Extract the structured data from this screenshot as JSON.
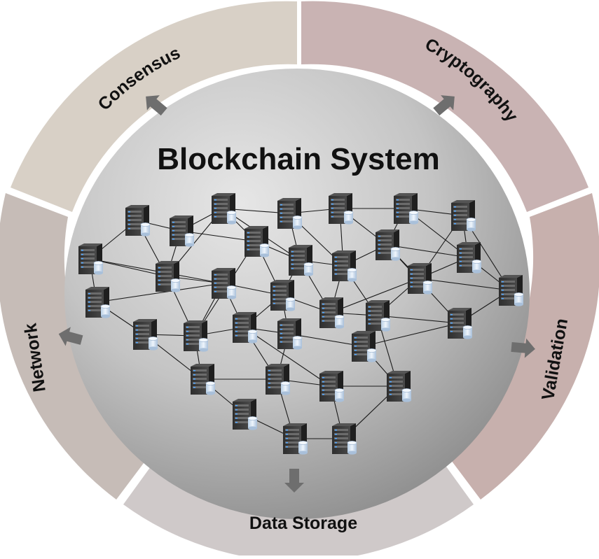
{
  "title": "Blockchain System",
  "segments": [
    {
      "id": "consensus",
      "label": "Consensus",
      "color": "#d8d0c6"
    },
    {
      "id": "cryptography",
      "label": "Cryptography",
      "color": "#c9b3b3"
    },
    {
      "id": "validation",
      "label": "Validation",
      "color": "#c7b0ad"
    },
    {
      "id": "data-storage",
      "label": "Data Storage",
      "color": "#cfc9c9"
    },
    {
      "id": "network",
      "label": "Network",
      "color": "#c6bcb7"
    }
  ],
  "colors": {
    "arrow": "#6e6e6e",
    "server_body": "#3a3a3a",
    "database": "#cfe0f2",
    "edge": "#1a1a1a",
    "inner_circle_light": "#e2e2e2",
    "inner_circle_dark": "#8f8f8f"
  },
  "icons": {
    "node": "server-with-database-icon",
    "arrow": "arrow-icon"
  }
}
